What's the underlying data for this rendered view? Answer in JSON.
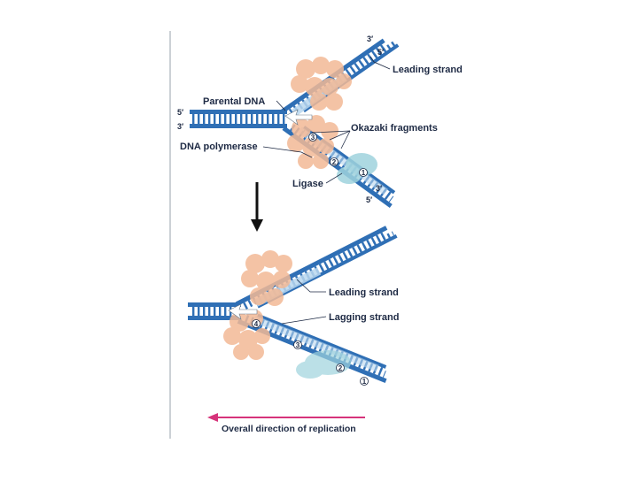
{
  "labels": {
    "leading_strand_top": "Leading strand",
    "parental_dna": "Parental DNA",
    "okazaki_fragments": "Okazaki fragments",
    "dna_polymerase": "DNA polymerase",
    "ligase": "Ligase",
    "leading_strand_bottom": "Leading strand",
    "lagging_strand": "Lagging strand",
    "overall_direction": "Overall direction of replication"
  },
  "strand_ends": {
    "top_right_3": "3′",
    "top_right_5": "5′",
    "parental_5": "5′",
    "parental_3": "3′",
    "lower_right_3": "3′",
    "lower_right_5": "5′"
  },
  "fragment_numbers": {
    "top": [
      "3",
      "2",
      "1"
    ],
    "bottom": [
      "4",
      "3",
      "2",
      "1"
    ]
  },
  "colors": {
    "strand": "#2f6fb5",
    "strand_dark": "#1f4f8f",
    "polymerase": "#f3b996",
    "ligase": "#9fd3dd",
    "new_strand": "#b9d7ee",
    "arrow": "#d6337a"
  }
}
